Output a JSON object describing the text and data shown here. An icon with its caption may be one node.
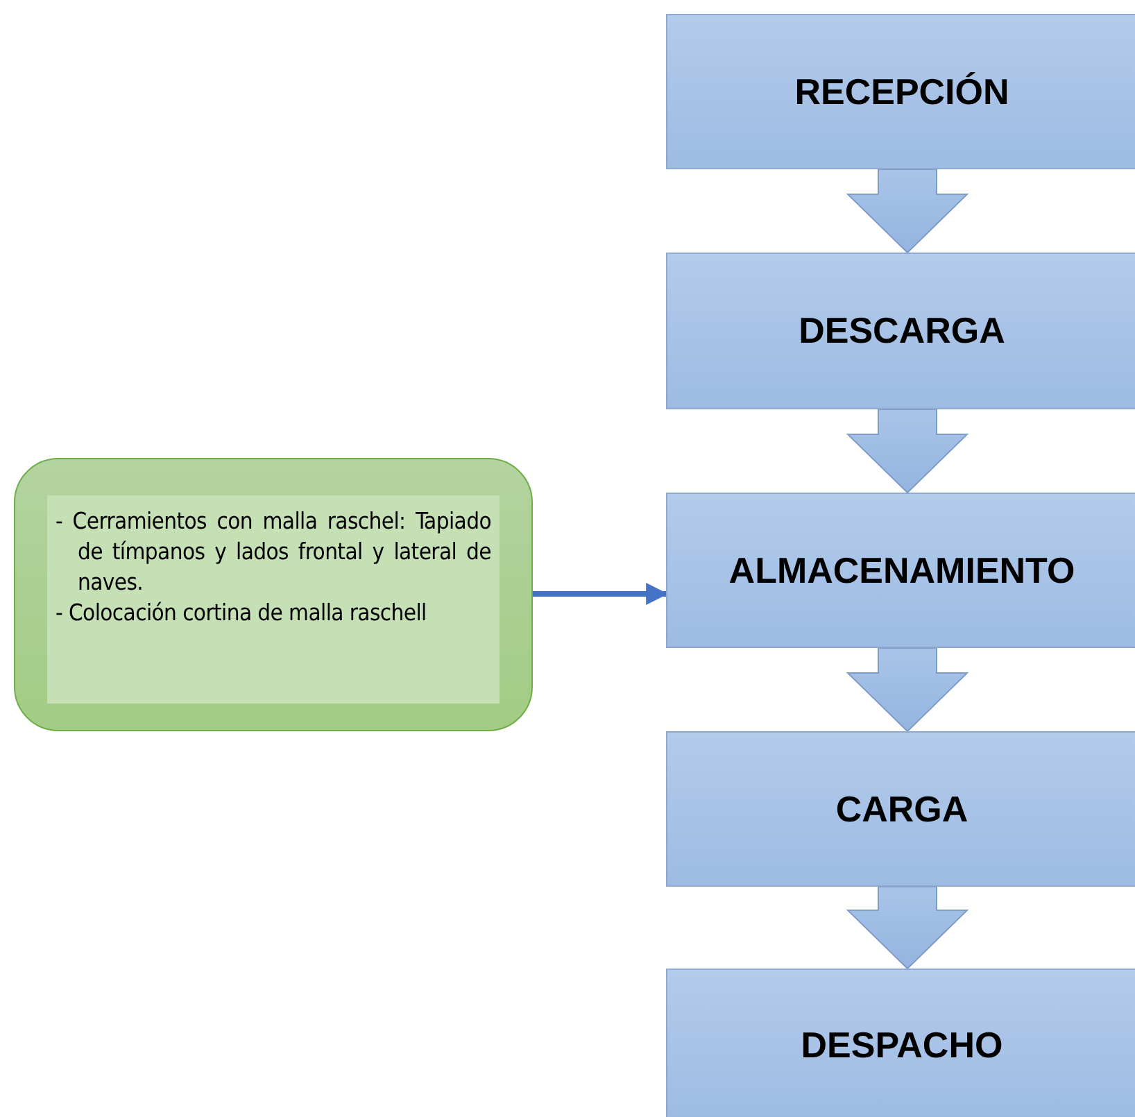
{
  "diagram": {
    "nodes": [
      {
        "text": [
          "- Cerramientos con malla raschel: Tapiado de tímpanos y lados frontal y lateral de naves.",
          "- Colocación cortina de malla raschell"
        ]
      },
      {
        "text": [
          "RECEPCIÓN"
        ]
      },
      {
        "text": [
          "DESCARGA"
        ]
      },
      {
        "text": [
          "ALMACENAMIENTO"
        ]
      },
      {
        "text": [
          "CARGA"
        ]
      },
      {
        "text": [
          "DESPACHO"
        ]
      }
    ],
    "edges": [
      {
        "from": 1,
        "to": 2,
        "arrow": "to",
        "style": "thick"
      },
      {
        "from": 2,
        "to": 3,
        "arrow": "to",
        "style": "thick"
      },
      {
        "from": 3,
        "to": 4,
        "arrow": "to",
        "style": "thick"
      },
      {
        "from": 4,
        "to": 5,
        "arrow": "to",
        "style": "thick"
      },
      {
        "from": 0,
        "to": 3,
        "arrow": "to"
      }
    ]
  }
}
